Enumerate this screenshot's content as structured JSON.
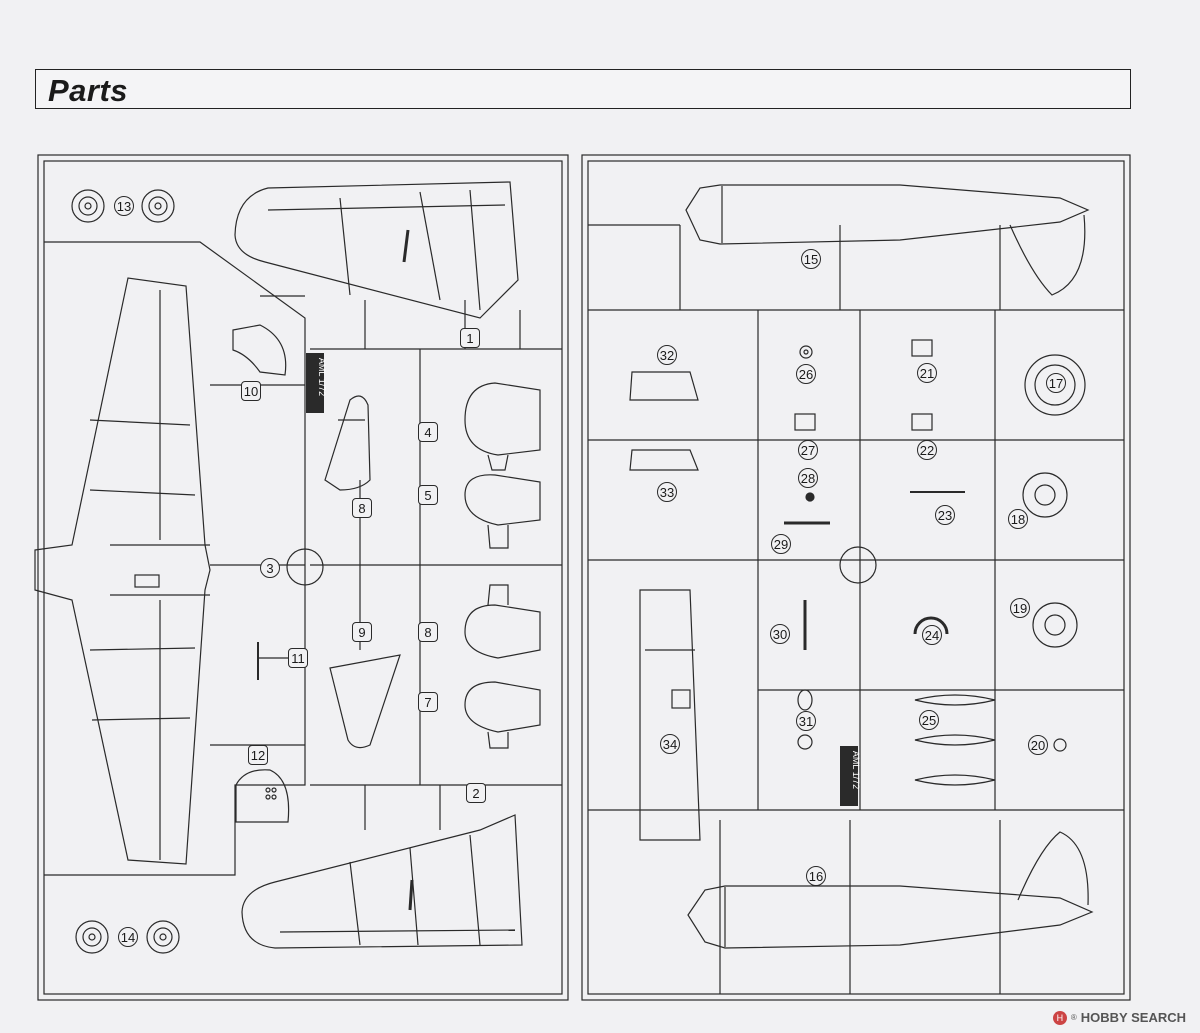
{
  "header": {
    "title": "Parts"
  },
  "sprue_a": {
    "brand_marks": [
      "AML 1/72",
      "AML 1/72"
    ],
    "parts": [
      "1",
      "2",
      "3",
      "4",
      "5",
      "7",
      "8",
      "8",
      "9",
      "10",
      "11",
      "12",
      "13",
      "14"
    ]
  },
  "sprue_b": {
    "parts": [
      "15",
      "16",
      "17",
      "18",
      "19",
      "20",
      "21",
      "22",
      "23",
      "24",
      "25",
      "26",
      "27",
      "28",
      "29",
      "30",
      "31",
      "32",
      "33",
      "34"
    ]
  },
  "watermark": {
    "logo": "H",
    "sup": "®",
    "name": "HOBBY SEARCH"
  },
  "colors": {
    "line": "#2a2a2a",
    "paper": "#f1f1f3"
  }
}
